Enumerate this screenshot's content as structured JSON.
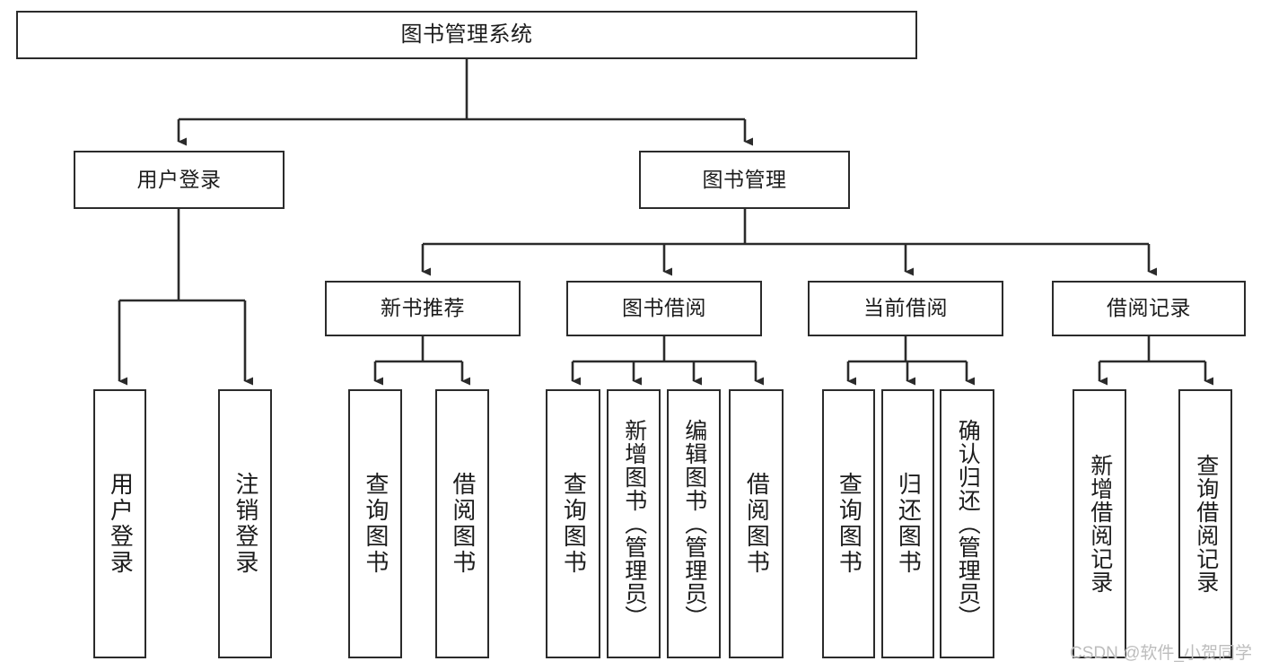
{
  "diagram": {
    "title": "图书管理系统",
    "type": "tree-hierarchy-chart",
    "stroke_color": "#2b2b2b",
    "background_color": "#ffffff",
    "watermark": "CSDN @软件_小贺同学",
    "levels": {
      "level1": [
        "图书管理系统"
      ],
      "level2": [
        "用户登录",
        "图书管理"
      ],
      "level3": [
        "新书推荐",
        "图书借阅",
        "当前借阅",
        "借阅记录"
      ],
      "level4": [
        "用户登录",
        "注销登录",
        "查询图书",
        "借阅图书",
        "查询图书",
        "新增图书（管理员）",
        "编辑图书（管理员）",
        "借阅图书",
        "查询图书",
        "归还图书",
        "确认归还（管理员）",
        "新增借阅记录",
        "查询借阅记录"
      ]
    },
    "nodes": {
      "root": {
        "label": "图书管理系统"
      },
      "user_login": {
        "label": "用户登录"
      },
      "book_manage": {
        "label": "图书管理"
      },
      "new_book_rec": {
        "label": "新书推荐"
      },
      "book_borrow": {
        "label": "图书借阅"
      },
      "current_borrow": {
        "label": "当前借阅"
      },
      "borrow_record": {
        "label": "借阅记录"
      },
      "leaf_user_login": {
        "label": "用户登录"
      },
      "leaf_logout": {
        "label": "注销登录"
      },
      "leaf_query_book_1": {
        "label": "查询图书"
      },
      "leaf_borrow_book_1": {
        "label": "借阅图书"
      },
      "leaf_query_book_2": {
        "label": "查询图书"
      },
      "leaf_add_book": {
        "label": "新增图书（管理员）"
      },
      "leaf_edit_book": {
        "label": "编辑图书（管理员）"
      },
      "leaf_borrow_book_2": {
        "label": "借阅图书"
      },
      "leaf_query_book_3": {
        "label": "查询图书"
      },
      "leaf_return_book": {
        "label": "归还图书"
      },
      "leaf_confirm_return": {
        "label": "确认归还（管理员）"
      },
      "leaf_add_record": {
        "label": "新增借阅记录"
      },
      "leaf_query_record": {
        "label": "查询借阅记录"
      }
    }
  }
}
